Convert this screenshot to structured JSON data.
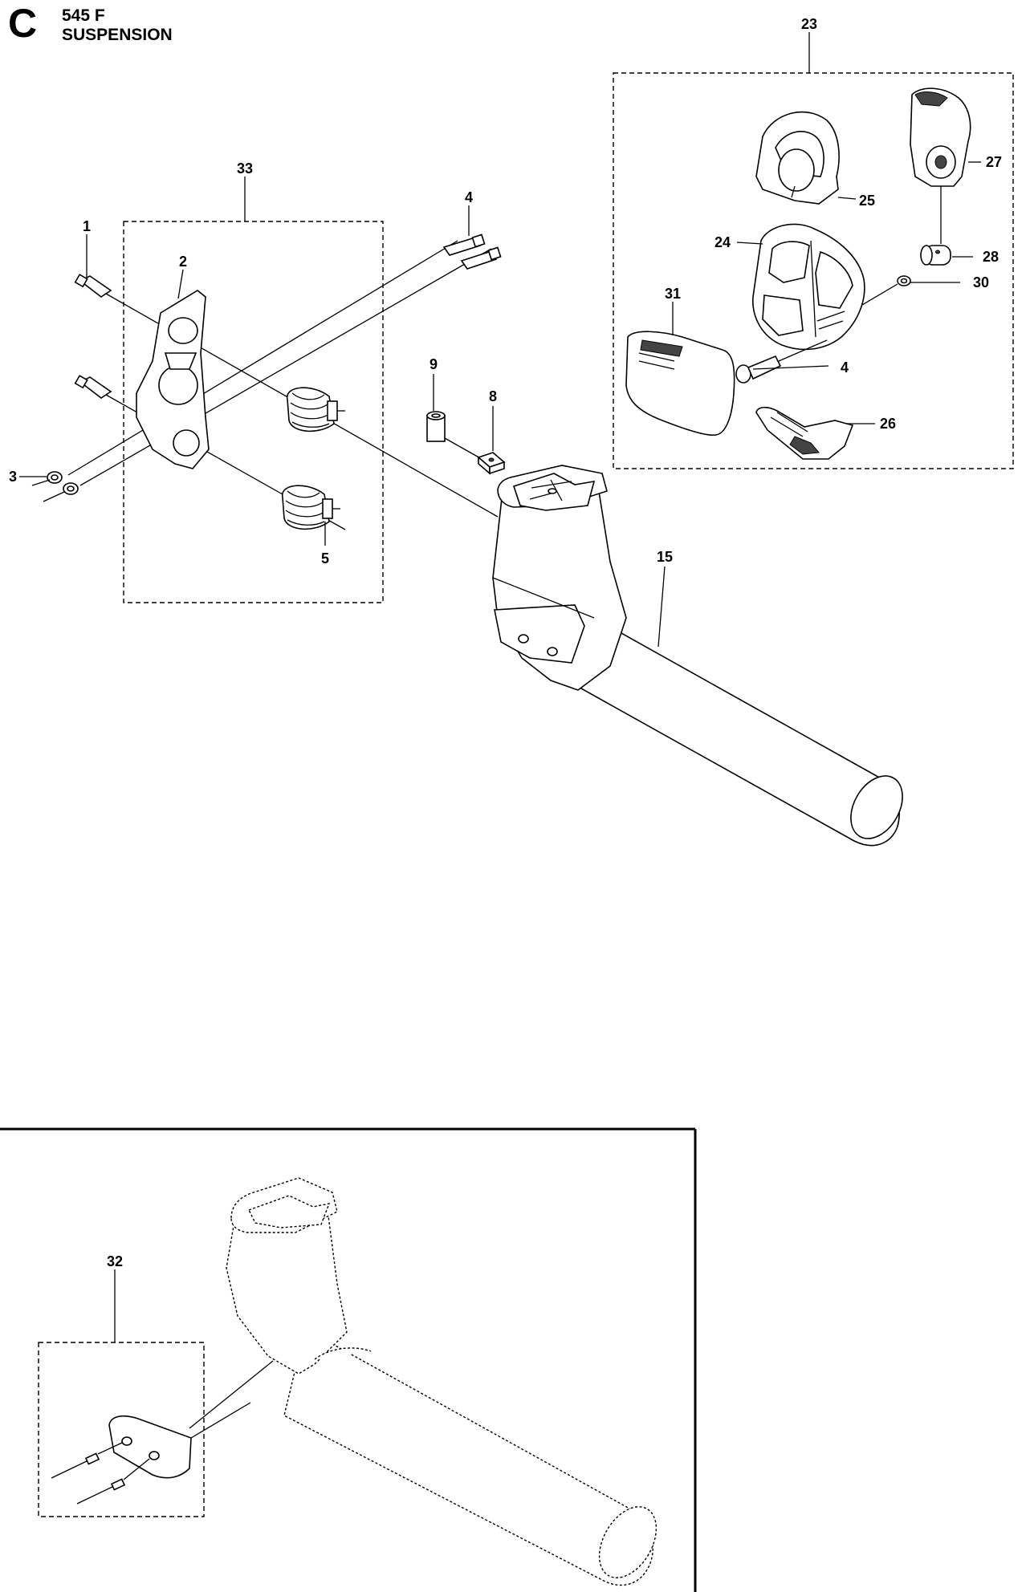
{
  "header": {
    "section_letter": "C",
    "model": "545 F",
    "title": "SUSPENSION"
  },
  "callouts": {
    "p1": "1",
    "p2": "2",
    "p3": "3",
    "p4a": "4",
    "p4b": "4",
    "p5": "5",
    "p8": "8",
    "p9": "9",
    "p15": "15",
    "p23": "23",
    "p24": "24",
    "p25": "25",
    "p26": "26",
    "p27": "27",
    "p28": "28",
    "p30": "30",
    "p31": "31",
    "p32": "32",
    "p33": "33"
  }
}
